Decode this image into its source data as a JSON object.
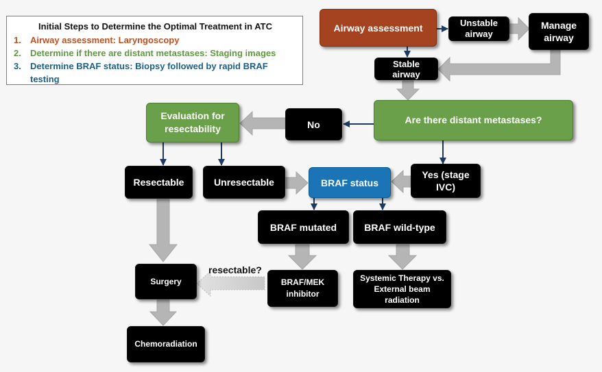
{
  "legend": {
    "title": "Initial Steps to Determine the Optimal Treatment in ATC",
    "items": [
      {
        "num": "1.",
        "text": "Airway assessment: Laryngoscopy",
        "color": "#c0501f"
      },
      {
        "num": "2.",
        "text": "Determine if there are distant metastases: Staging images",
        "color": "#5f9a3f"
      },
      {
        "num": "3.",
        "text": "Determine BRAF status: Biopsy followed by rapid BRAF testing",
        "color": "#1d5e86"
      }
    ]
  },
  "nodes": {
    "airway_assessment": "Airway assessment",
    "unstable_airway": "Unstable airway",
    "manage_airway": "Manage airway",
    "stable_airway": "Stable airway",
    "distant_metastases": "Are there distant metastases?",
    "no": "No",
    "yes": "Yes (stage IVC)",
    "evaluation": "Evaluation for resectability",
    "resectable": "Resectable",
    "unresectable": "Unresectable",
    "braf_status": "BRAF status",
    "braf_mutated": "BRAF mutated",
    "braf_wild_type": "BRAF wild-type",
    "surgery": "Surgery",
    "braf_mek": "BRAF/MEK inhibitor",
    "systemic_therapy": "Systemic Therapy vs. External beam radiation",
    "chemoradiation": "Chemoradiation"
  },
  "edge_labels": {
    "resectable_question": "resectable?"
  },
  "colors": {
    "red_node": "#a5421f",
    "green_node": "#6aa04a",
    "blue_node": "#1a74b5",
    "black_node": "#000000",
    "thin_arrow": "#1f3a5f",
    "block_arrow": "#b5b5b5"
  }
}
